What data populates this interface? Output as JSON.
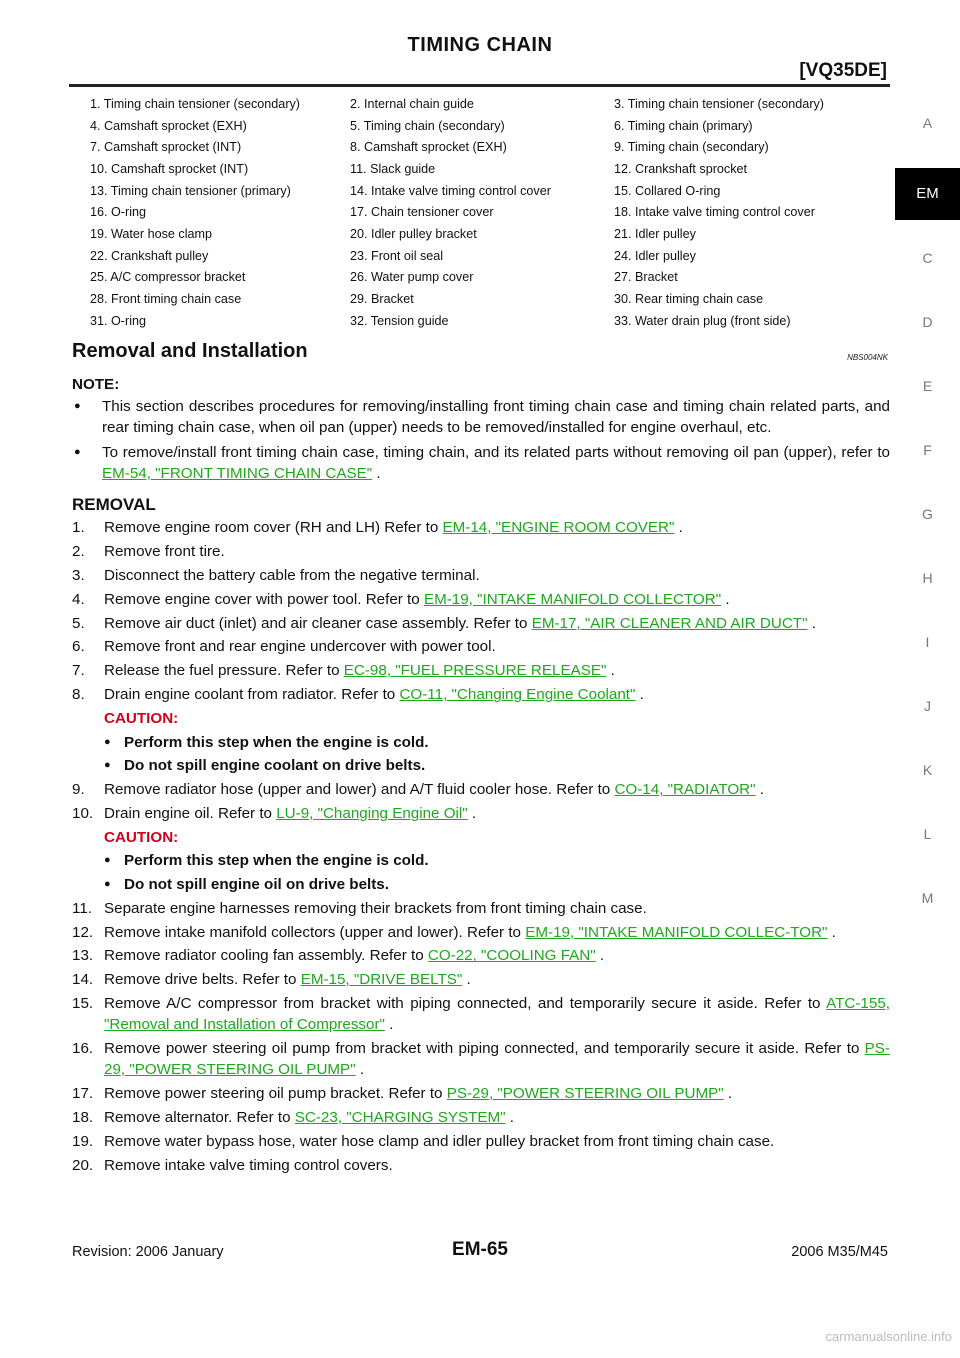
{
  "header": {
    "title": "TIMING CHAIN",
    "model": "[VQ35DE]"
  },
  "side_index": [
    "A",
    "EM",
    "C",
    "D",
    "E",
    "F",
    "G",
    "H",
    "I",
    "J",
    "K",
    "L",
    "M"
  ],
  "side_index_active": "EM",
  "parts": [
    [
      "1.  Timing chain tensioner (secondary)",
      "2.  Internal chain guide",
      "3.  Timing chain tensioner (secondary)"
    ],
    [
      "4.  Camshaft sprocket (EXH)",
      "5.  Timing chain (secondary)",
      "6.  Timing chain (primary)"
    ],
    [
      "7.  Camshaft sprocket (INT)",
      "8.  Camshaft sprocket (EXH)",
      "9.  Timing chain (secondary)"
    ],
    [
      "10.  Camshaft sprocket (INT)",
      "11.  Slack guide",
      "12.  Crankshaft sprocket"
    ],
    [
      "13.  Timing chain tensioner (primary)",
      "14.  Intake valve timing control cover",
      "15.  Collared O-ring"
    ],
    [
      "16.  O-ring",
      "17.  Chain tensioner cover",
      "18.  Intake valve timing control cover"
    ],
    [
      "19.  Water hose clamp",
      "20.  Idler pulley bracket",
      "21.  Idler pulley"
    ],
    [
      "22.  Crankshaft pulley",
      "23.  Front oil seal",
      "24.  Idler pulley"
    ],
    [
      "25.  A/C compressor bracket",
      "26.  Water pump cover",
      "27.  Bracket"
    ],
    [
      "28.  Front timing chain case",
      "29.  Bracket",
      "30.  Rear timing chain case"
    ],
    [
      "31.  O-ring",
      "32.  Tension guide",
      "33.  Water drain plug (front side)"
    ]
  ],
  "section": {
    "title": "Removal and Installation",
    "code": "NBS004NK"
  },
  "note": {
    "label": "NOTE:",
    "bullets": [
      {
        "text": "This section describes procedures for removing/installing front timing chain case and timing chain related parts, and rear timing chain case, when oil pan (upper) needs to be removed/installed for engine overhaul, etc.",
        "link": "",
        "after": ""
      },
      {
        "text": "To remove/install front timing chain case, timing chain, and its related parts without removing oil pan (upper), refer to ",
        "link": "EM-54, \"FRONT TIMING CHAIN CASE\"",
        "after": " ."
      }
    ]
  },
  "removal": {
    "heading": "REMOVAL",
    "steps": [
      {
        "num": "1.",
        "text": "Remove engine room cover (RH and LH) Refer to ",
        "link": "EM-14, \"ENGINE ROOM COVER\"",
        "after": " ."
      },
      {
        "num": "2.",
        "text": "Remove front tire.",
        "link": "",
        "after": ""
      },
      {
        "num": "3.",
        "text": "Disconnect the battery cable from the negative terminal.",
        "link": "",
        "after": ""
      },
      {
        "num": "4.",
        "text": "Remove engine cover with power tool. Refer to ",
        "link": "EM-19, \"INTAKE MANIFOLD COLLECTOR\"",
        "after": " ."
      },
      {
        "num": "5.",
        "text": "Remove air duct (inlet) and air cleaner case assembly. Refer to ",
        "link": "EM-17, \"AIR CLEANER AND AIR DUCT\"",
        "after": " ."
      },
      {
        "num": "6.",
        "text": "Remove front and rear engine undercover with power tool.",
        "link": "",
        "after": ""
      },
      {
        "num": "7.",
        "text": "Release the fuel pressure. Refer to ",
        "link": "EC-98, \"FUEL PRESSURE RELEASE\"",
        "after": " ."
      },
      {
        "num": "8.",
        "text": "Drain engine coolant from radiator. Refer to ",
        "link": "CO-11, \"Changing Engine Coolant\"",
        "after": " ."
      },
      {
        "caution": true,
        "label": "CAUTION:",
        "items": [
          "Perform this step when the engine is cold.",
          "Do not spill engine coolant on drive belts."
        ]
      },
      {
        "num": "9.",
        "text": "Remove radiator hose (upper and lower) and A/T fluid cooler hose. Refer to ",
        "link": "CO-14, \"RADIATOR\"",
        "after": " ."
      },
      {
        "num": "10.",
        "text": "Drain engine oil. Refer to ",
        "link": "LU-9, \"Changing Engine Oil\"",
        "after": " ."
      },
      {
        "caution": true,
        "label": "CAUTION:",
        "items": [
          "Perform this step when the engine is cold.",
          "Do not spill engine oil on drive belts."
        ]
      },
      {
        "num": "11.",
        "text": "Separate engine harnesses removing their brackets from front timing chain case.",
        "link": "",
        "after": ""
      },
      {
        "num": "12.",
        "text": "Remove intake manifold collectors (upper and lower). Refer to ",
        "link": "EM-19, \"INTAKE MANIFOLD COLLEC-TOR\"",
        "after": " ."
      },
      {
        "num": "13.",
        "text": "Remove radiator cooling fan assembly. Refer to ",
        "link": "CO-22, \"COOLING FAN\"",
        "after": " ."
      },
      {
        "num": "14.",
        "text": "Remove drive belts. Refer to ",
        "link": "EM-15, \"DRIVE BELTS\"",
        "after": " ."
      },
      {
        "num": "15.",
        "text": "Remove A/C compressor from bracket with piping connected, and temporarily secure it aside. Refer to ",
        "link": "ATC-155, \"Removal and Installation of Compressor\"",
        "after": " ."
      },
      {
        "num": "16.",
        "text": "Remove power steering oil pump from bracket with piping connected, and temporarily secure it aside. Refer to ",
        "link": "PS-29, \"POWER STEERING OIL PUMP\"",
        "after": " ."
      },
      {
        "num": "17.",
        "text": "Remove power steering oil pump bracket. Refer to ",
        "link": "PS-29, \"POWER STEERING OIL PUMP\"",
        "after": " ."
      },
      {
        "num": "18.",
        "text": "Remove alternator. Refer to ",
        "link": "SC-23, \"CHARGING SYSTEM\"",
        "after": " ."
      },
      {
        "num": "19.",
        "text": "Remove water bypass hose, water hose clamp and idler pulley bracket from front timing chain case.",
        "link": "",
        "after": ""
      },
      {
        "num": "20.",
        "text": "Remove intake valve timing control covers.",
        "link": "",
        "after": ""
      }
    ]
  },
  "footer": {
    "revision": "Revision: 2006 January",
    "page": "EM-65",
    "model": "2006 M35/M45"
  },
  "watermark": "carmanualsonline.info"
}
